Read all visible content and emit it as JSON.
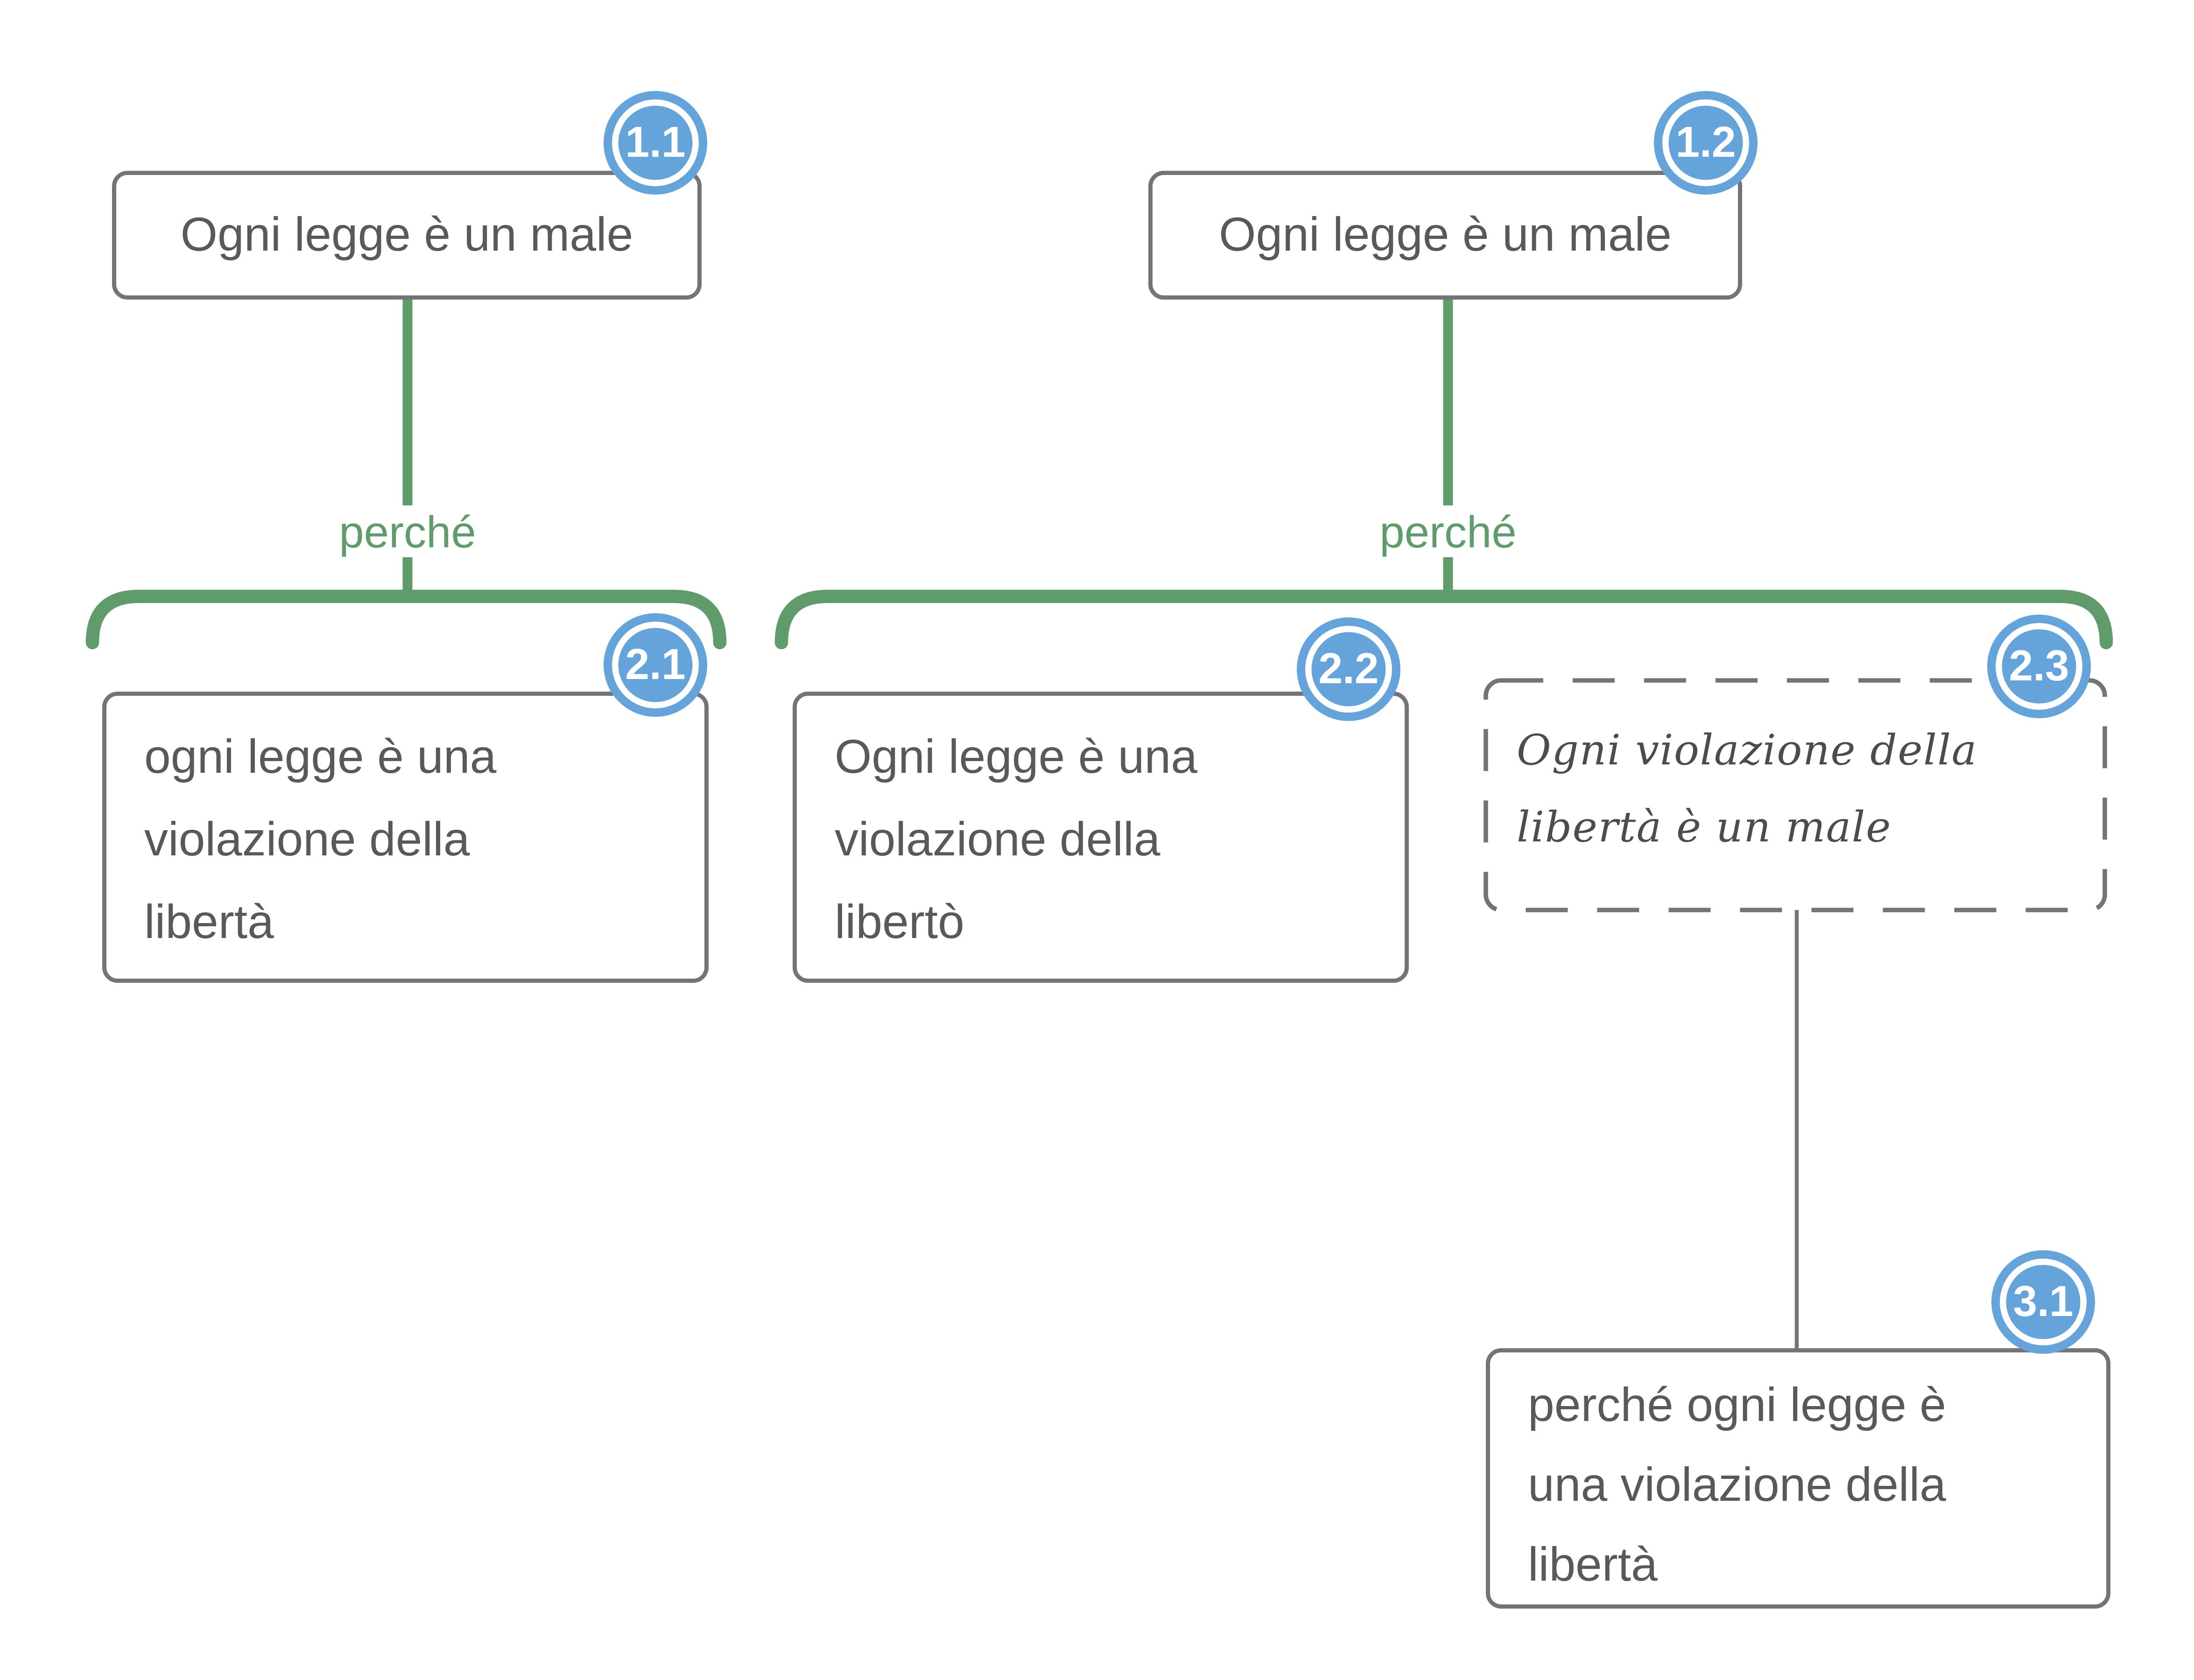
{
  "colors": {
    "connector_green": "#5f9b6b",
    "badge_blue": "#64a4da",
    "node_border_gray": "#747476",
    "node_text_gray": "#58595b",
    "handwriting_gray": "#4b4c4e",
    "background": "#ffffff"
  },
  "trees": {
    "left": {
      "root": {
        "badge": "1.1",
        "text": "Ogni legge è un male"
      },
      "relation_label": "perché",
      "children": {
        "c1": {
          "badge": "2.1",
          "text": "ogni legge è una\nviolazione della\nlibertà"
        }
      }
    },
    "right": {
      "root": {
        "badge": "1.2",
        "text": "Ogni legge è un male"
      },
      "relation_label": "perché",
      "children": {
        "c1": {
          "badge": "2.2",
          "text": "Ogni legge è una\nviolazione della\nlibertò"
        },
        "c2": {
          "badge": "2.3",
          "text": "Ogni violazione della\nlibertà è un male",
          "style": "dashed-handwritten",
          "children": {
            "c1": {
              "badge": "3.1",
              "text": "perché ogni legge è\nuna violazione della\nlibertà"
            }
          }
        }
      }
    }
  }
}
